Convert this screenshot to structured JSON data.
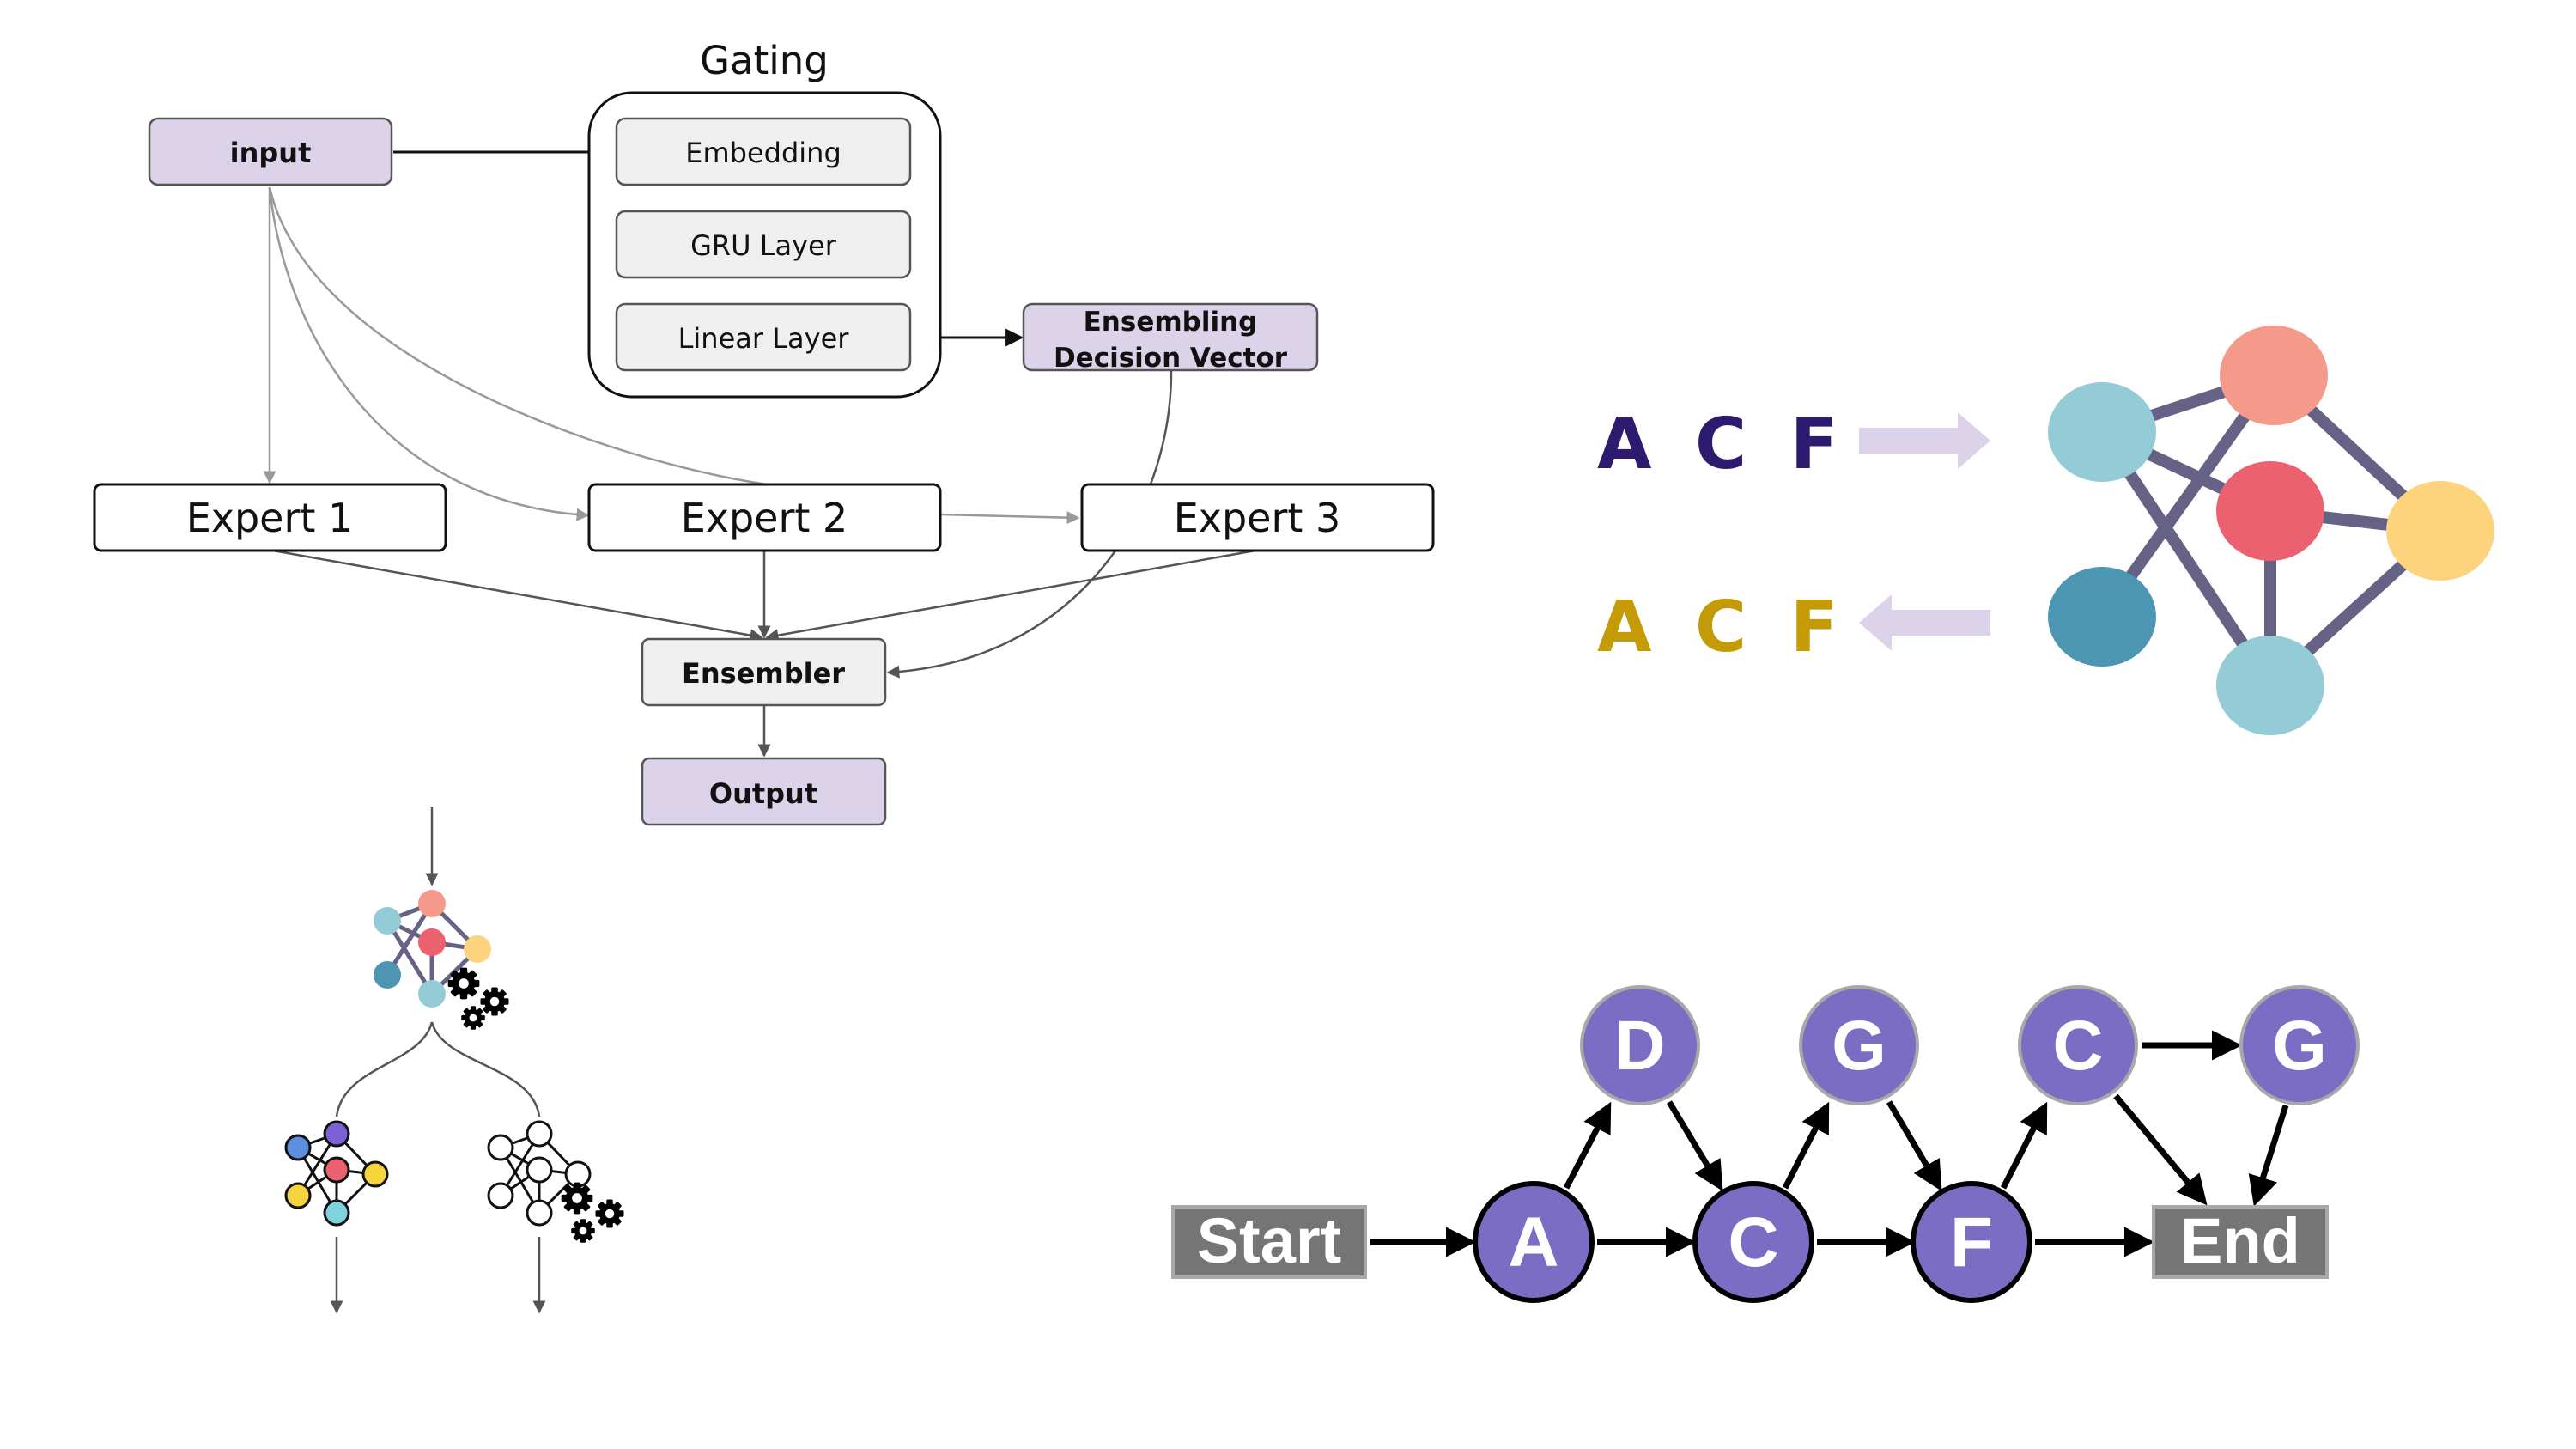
{
  "colors": {
    "purple_box": "#dcd3ea",
    "grey_box": "#efefef",
    "node_purple": "#7b6cc4",
    "start_end_box": "#757575",
    "seq_top": "#2e1a6e",
    "seq_bottom": "#c49a06",
    "arrow_light": "#dcd3ea",
    "salmon": "#f59a8a",
    "red": "#ec6170",
    "light_blue": "#93cbd6",
    "teal": "#4d96b3",
    "yellow": "#fdd37e",
    "edge": "#666285"
  },
  "moe": {
    "gating_title": "Gating",
    "input_label": "input",
    "embedding_label": "Embedding",
    "gru_label": "GRU Layer",
    "linear_label": "Linear Layer",
    "decision_line1": "Ensembling",
    "decision_line2": "Decision Vector",
    "expert1_label": "Expert 1",
    "expert2_label": "Expert 2",
    "expert3_label": "Expert 3",
    "ensembler_label": "Ensembler",
    "output_label": "Output"
  },
  "sequence": {
    "top_letters": [
      "A",
      "C",
      "F"
    ],
    "bottom_letters": [
      "A",
      "C",
      "F"
    ]
  },
  "path_graph": {
    "start_label": "Start",
    "end_label": "End",
    "bottom_nodes": [
      "A",
      "C",
      "F"
    ],
    "top_nodes": [
      "D",
      "G",
      "C",
      "G"
    ]
  }
}
